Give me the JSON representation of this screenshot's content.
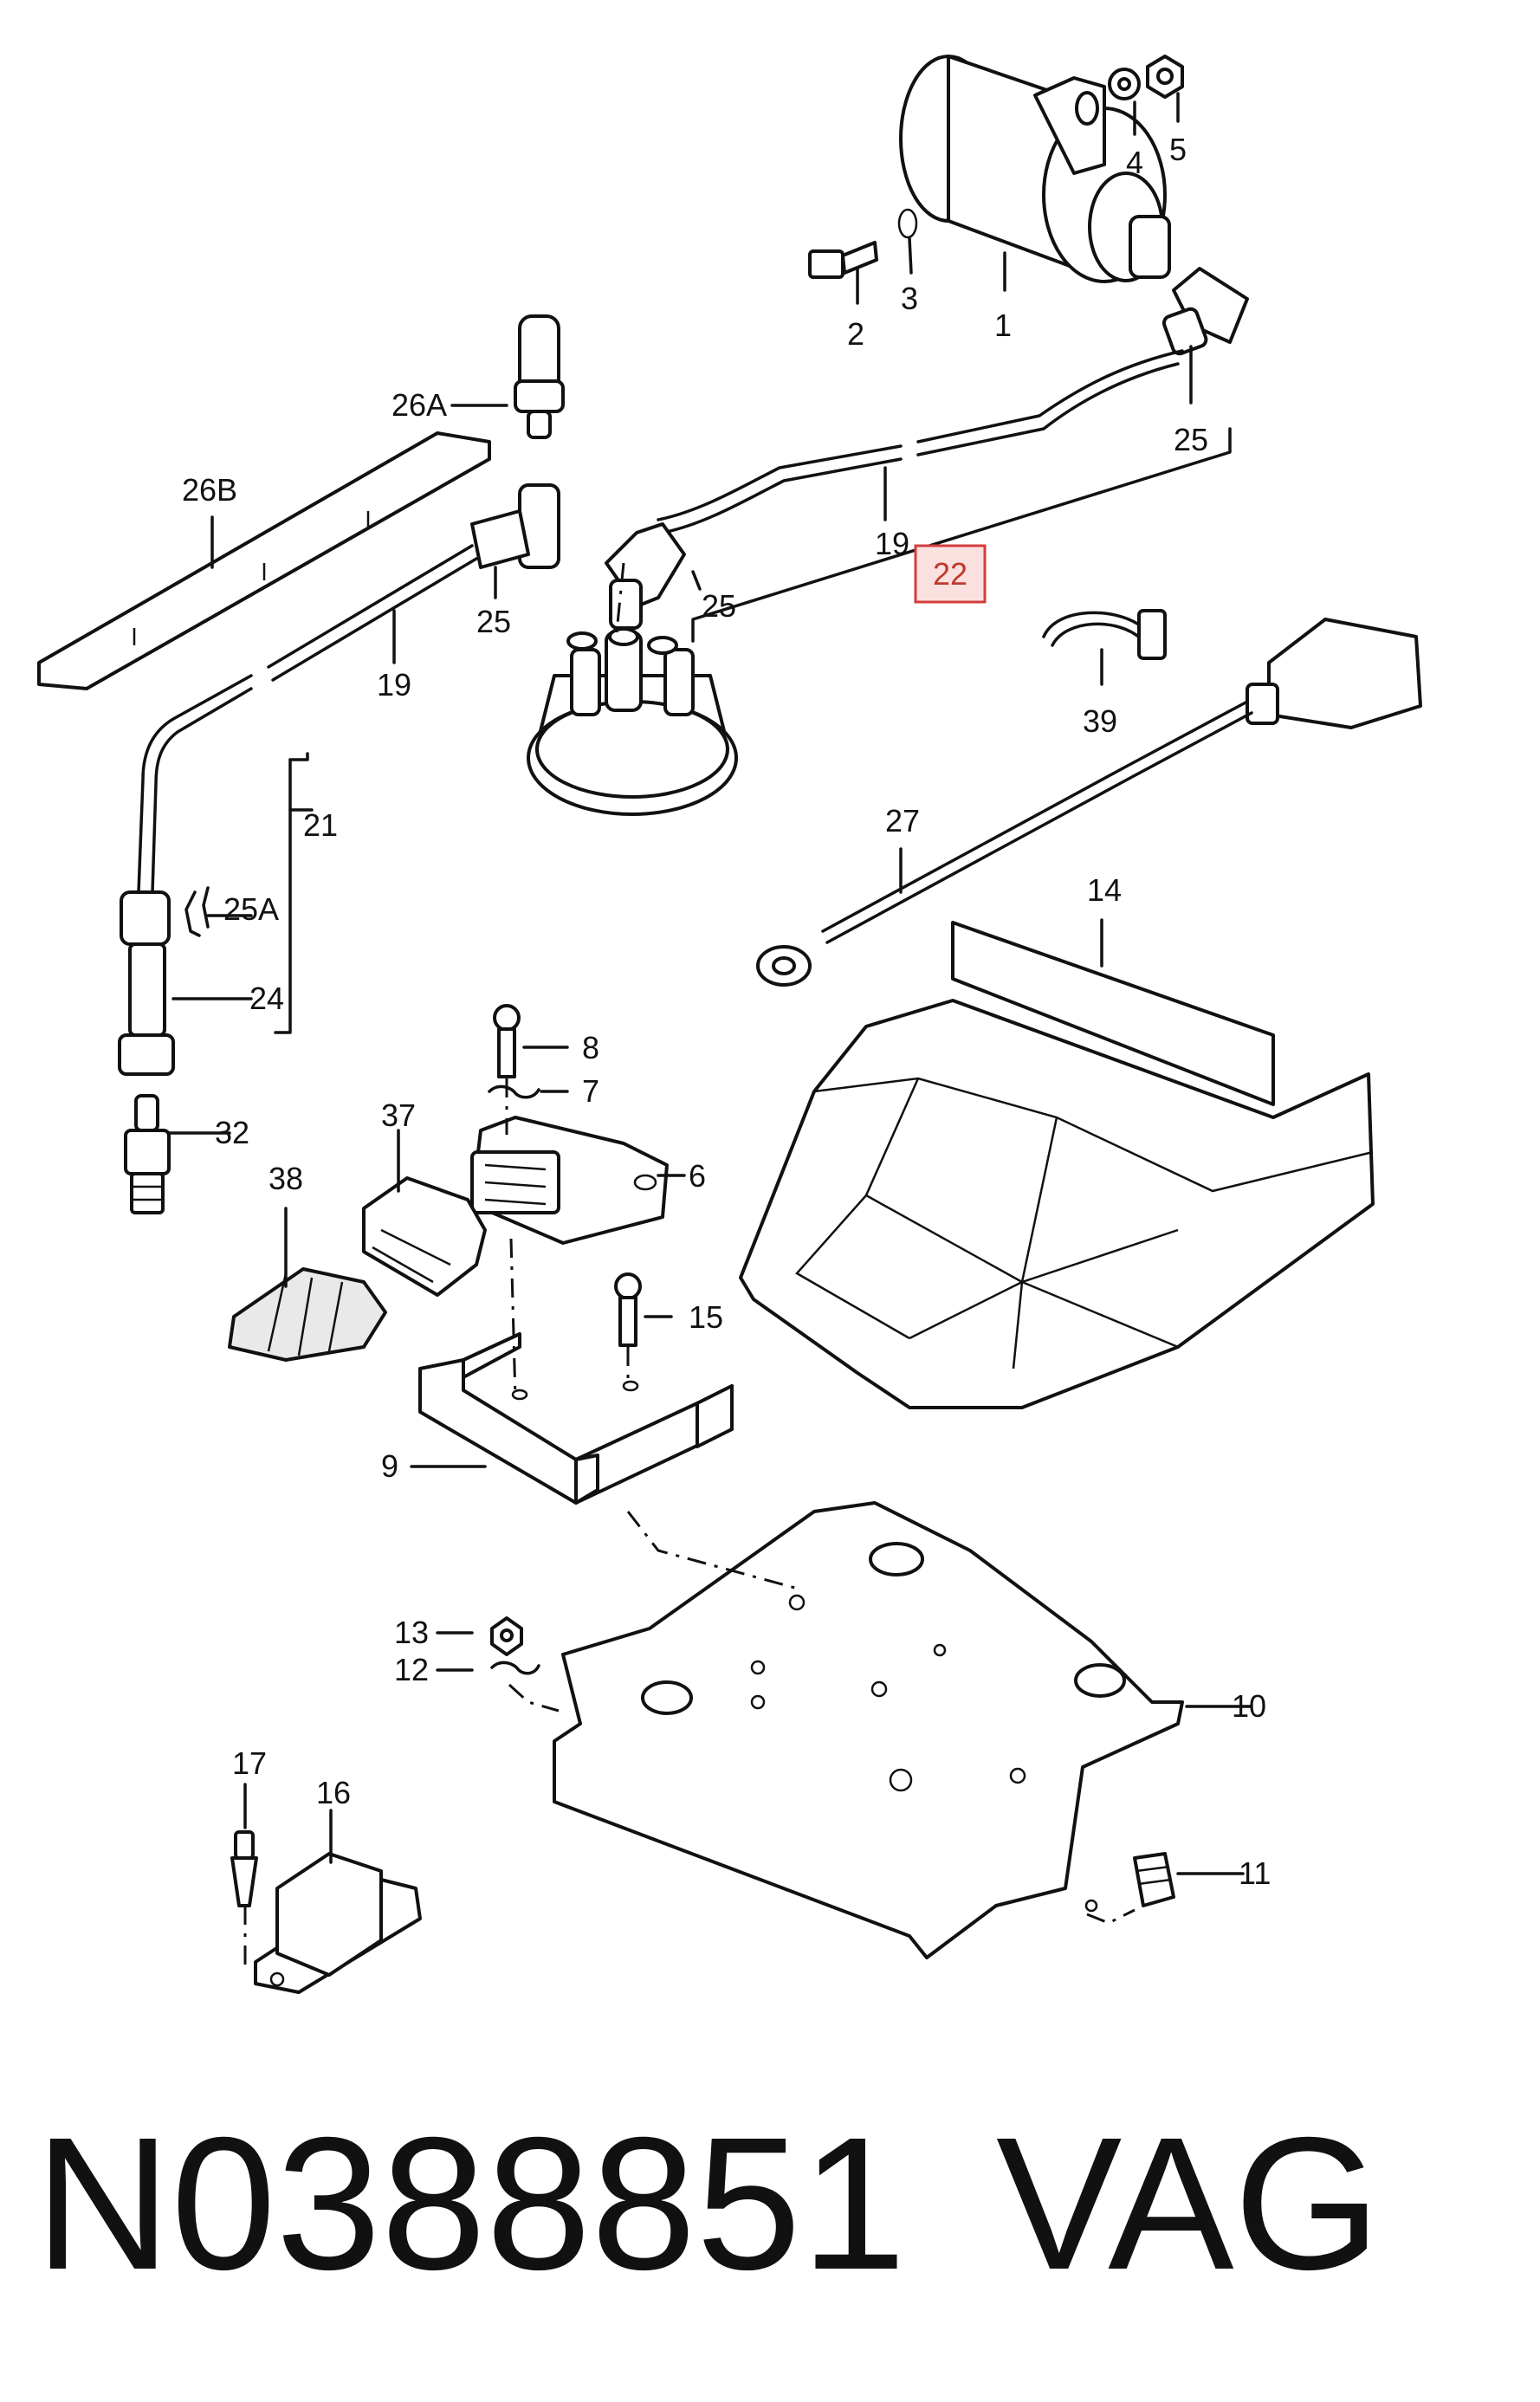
{
  "diagram": {
    "callouts": {
      "c1": "1",
      "c2": "2",
      "c3": "3",
      "c4": "4",
      "c5": "5",
      "c6": "6",
      "c7": "7",
      "c8": "8",
      "c9": "9",
      "c10": "10",
      "c11": "11",
      "c12": "12",
      "c13": "13",
      "c14": "14",
      "c15": "15",
      "c16": "16",
      "c17": "17",
      "c19a": "19",
      "c19b": "19",
      "c21": "21",
      "c22": "22",
      "c24": "24",
      "c25a": "25",
      "c25b": "25",
      "c25c": "25",
      "c25A": "25A",
      "c26A": "26A",
      "c26B": "26B",
      "c27": "27",
      "c32": "32",
      "c37": "37",
      "c38": "38",
      "c39": "39"
    },
    "highlighted_callout": "22",
    "highlight_color": "#d23c3c"
  },
  "footer": {
    "part_number": "N0388851",
    "brand": "VAG"
  }
}
